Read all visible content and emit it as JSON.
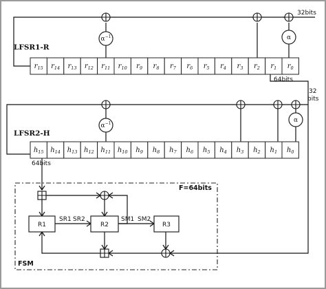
{
  "lfsr1": {
    "label": "LFSR1-R",
    "cells": [
      {
        "base": "r",
        "sub": "15"
      },
      {
        "base": "r",
        "sub": "14"
      },
      {
        "base": "r",
        "sub": "13"
      },
      {
        "base": "r",
        "sub": "12"
      },
      {
        "base": "r",
        "sub": "11"
      },
      {
        "base": "r",
        "sub": "10"
      },
      {
        "base": "r",
        "sub": "9"
      },
      {
        "base": "r",
        "sub": "8"
      },
      {
        "base": "r",
        "sub": "7"
      },
      {
        "base": "r",
        "sub": "6"
      },
      {
        "base": "r",
        "sub": "5"
      },
      {
        "base": "r",
        "sub": "4"
      },
      {
        "base": "r",
        "sub": "3"
      },
      {
        "base": "r",
        "sub": "2"
      },
      {
        "base": "r",
        "sub": "1"
      },
      {
        "base": "r",
        "sub": "0"
      }
    ],
    "mult_left": {
      "base": "α",
      "sup": "−1"
    },
    "mult_right": {
      "base": "α",
      "sup": ""
    },
    "width_label": "32bits",
    "out_label": "64bits"
  },
  "lfsr2": {
    "label": "LFSR2-H",
    "cells": [
      {
        "base": "h",
        "sub": "15"
      },
      {
        "base": "h",
        "sub": "14"
      },
      {
        "base": "h",
        "sub": "13"
      },
      {
        "base": "h",
        "sub": "12"
      },
      {
        "base": "h",
        "sub": "11"
      },
      {
        "base": "h",
        "sub": "10"
      },
      {
        "base": "h",
        "sub": "9"
      },
      {
        "base": "h",
        "sub": "8"
      },
      {
        "base": "h",
        "sub": "7"
      },
      {
        "base": "h",
        "sub": "6"
      },
      {
        "base": "h",
        "sub": "5"
      },
      {
        "base": "h",
        "sub": "4"
      },
      {
        "base": "h",
        "sub": "3"
      },
      {
        "base": "h",
        "sub": "2"
      },
      {
        "base": "h",
        "sub": "1"
      },
      {
        "base": "h",
        "sub": "0"
      }
    ],
    "mult_left": {
      "base": "α",
      "sup": "−1"
    },
    "mult_right": {
      "base": "α",
      "sup": ""
    },
    "width_label_line1": "32",
    "width_label_line2": "bits",
    "out_label": "64bits"
  },
  "fsm": {
    "label": "FSM",
    "width_label": "F=64bits",
    "registers": [
      "R1",
      "R2",
      "R3"
    ],
    "signals": [
      "SR1",
      "SR2",
      "SM1",
      "SM2"
    ]
  }
}
